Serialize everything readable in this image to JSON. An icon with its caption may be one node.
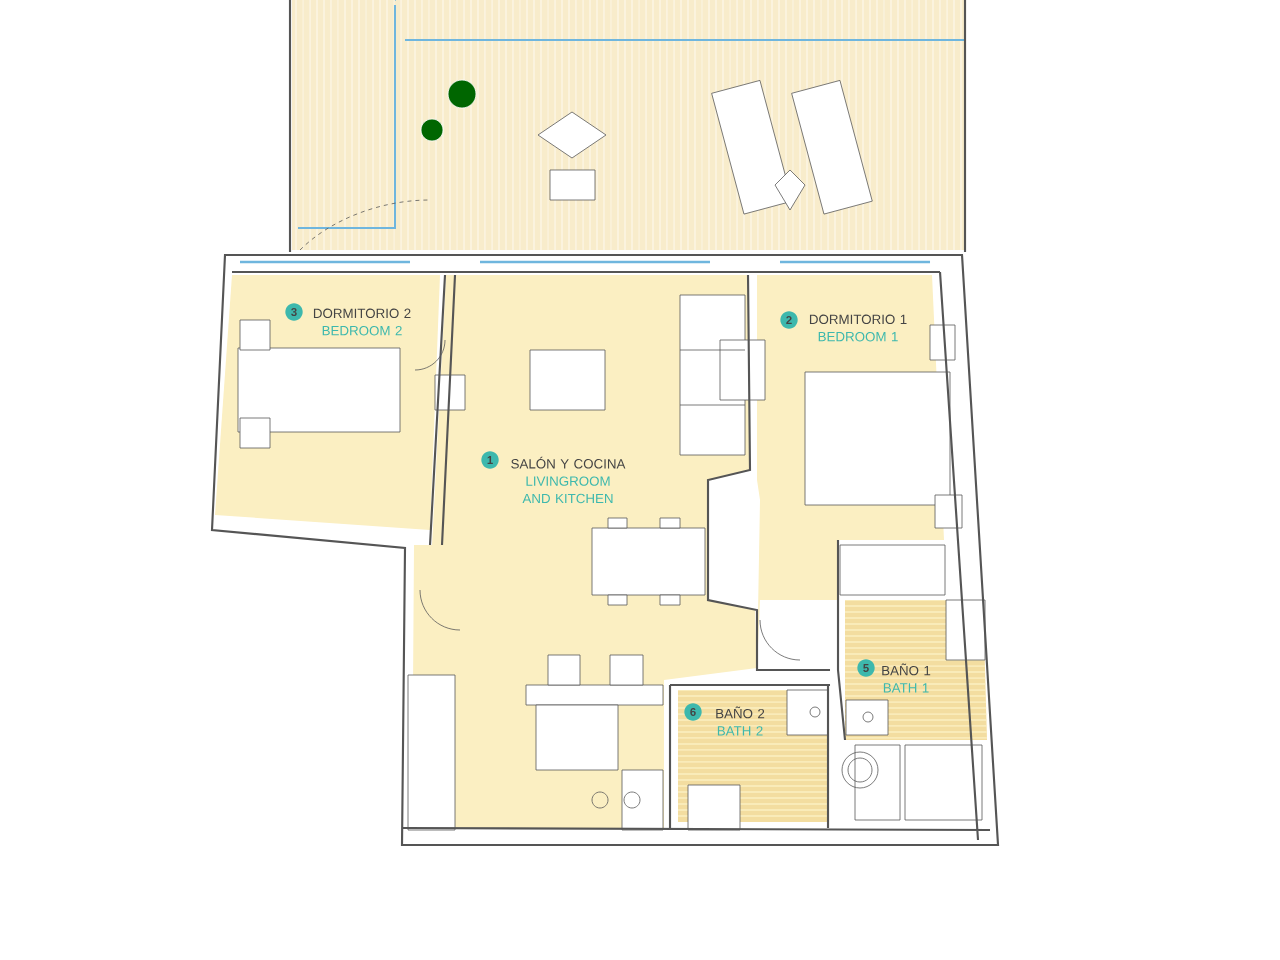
{
  "diagram": {
    "nodes": [
      {
        "text": [
          "DORMITORIO 2",
          "BEDROOM 2"
        ]
      },
      {
        "text": [
          "3"
        ],
        "in": 0
      },
      {
        "text": [
          "DORMITORIO 1",
          "BEDROOM 1"
        ]
      },
      {
        "text": [
          "2"
        ],
        "in": 2
      },
      {
        "text": [
          "SALÓN Y COCINA",
          "LIVINGROOM AND KITCHEN"
        ]
      },
      {
        "text": [
          "1"
        ],
        "in": 4
      },
      {
        "text": [
          "BAÑO 1",
          "BATH 1"
        ]
      },
      {
        "text": [
          "5"
        ],
        "in": 6
      },
      {
        "text": [
          "BAÑO 2",
          "BATH 2"
        ]
      },
      {
        "text": [
          "6"
        ],
        "in": 8
      }
    ]
  }
}
